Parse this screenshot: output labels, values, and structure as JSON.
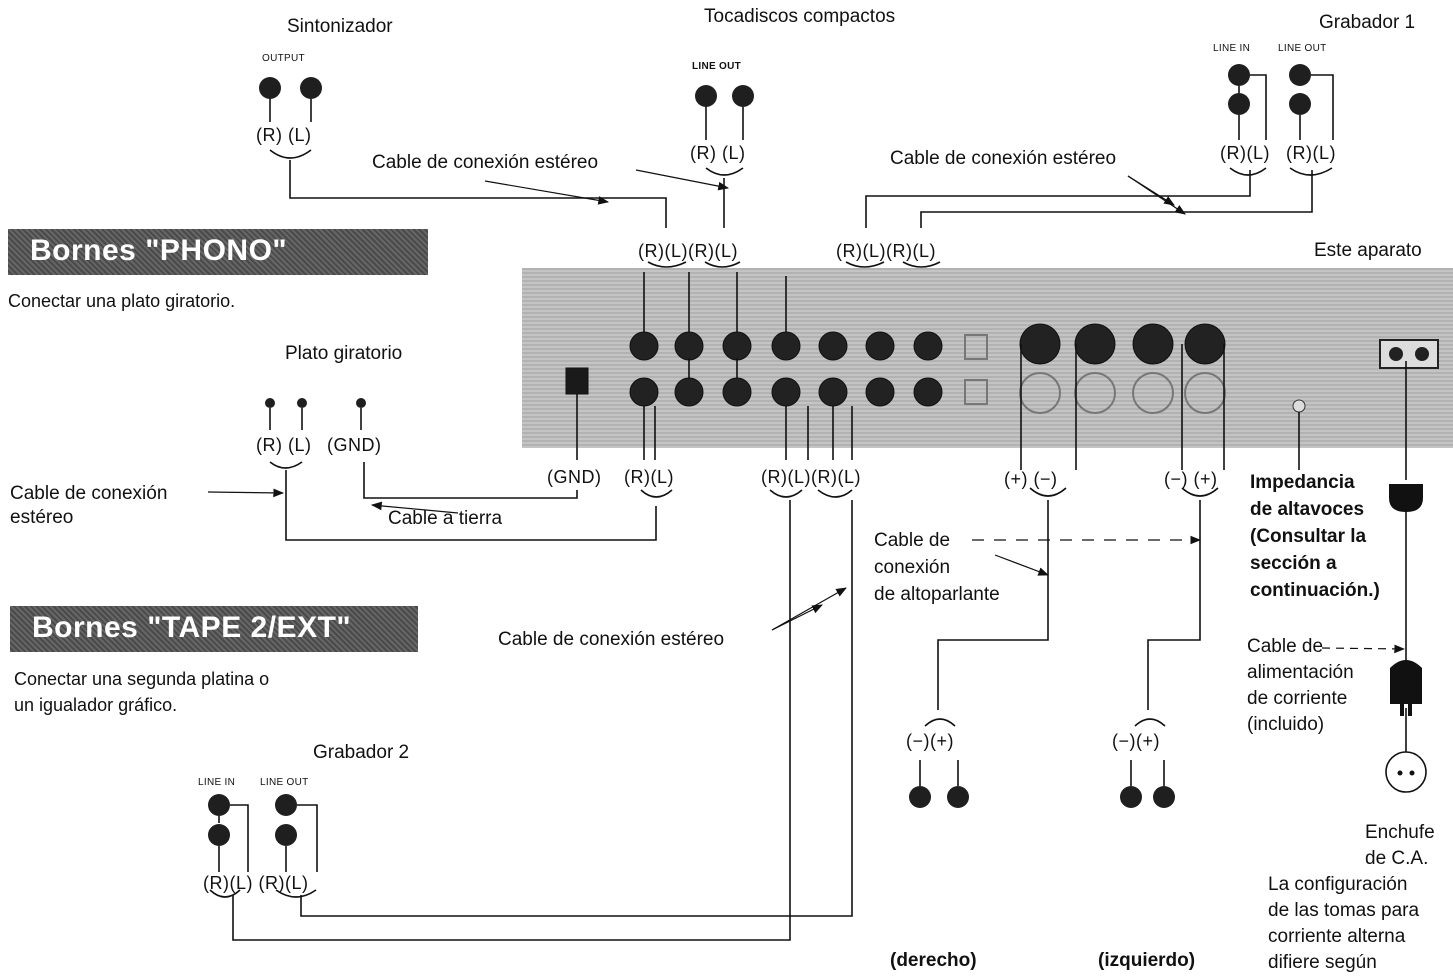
{
  "devices": {
    "tuner": "Sintonizador",
    "cd": "Tocadiscos compactos",
    "rec1": "Grabador 1",
    "this_unit": "Este aparato",
    "turntable": "Plato giratorio",
    "rec2": "Grabador 2"
  },
  "jacks": {
    "output": "OUTPUT",
    "line_out": "LINE OUT",
    "line_in": "LINE IN",
    "line_out_2": "LINE OUT",
    "line_in_2": "LINE IN",
    "line_out_3": "LINE OUT"
  },
  "channels": {
    "tuner": "(R) (L)",
    "cd": "(R) (L)",
    "rec1_in": "(R)(L)",
    "rec1_out": "(R)(L)",
    "unit_a": "(R)(L)(R)(L)",
    "unit_b": "(R)(L)(R)(L)",
    "turntable": "(R) (L)",
    "turntable_gnd": "(GND)",
    "unit_gnd": "(GND)",
    "unit_phono": "(R)(L)",
    "unit_tape2": "(R)(L)(R)(L)",
    "rec2": "(R)(L) (R)(L)",
    "spk_r_unit": "(+)   (−)",
    "spk_l_unit": "(−)   (+)",
    "spk_r": "(−)(+)",
    "spk_l": "(−)(+)"
  },
  "sections": {
    "phono_title": "Bornes \"PHONO\"",
    "phono_desc": "Conectar una plato giratorio.",
    "tape_title": "Bornes \"TAPE 2/EXT\"",
    "tape_desc_1": "Conectar una segunda platina o",
    "tape_desc_2": "un igualador gráfico."
  },
  "cables": {
    "stereo_1": "Cable de conexión estéreo",
    "stereo_2": "Cable de conexión estéreo",
    "stereo_3a": "Cable de conexión",
    "stereo_3b": "estéreo",
    "ground": "Cable a tierra",
    "stereo_4": "Cable de conexión estéreo",
    "speaker_1": "Cable de",
    "speaker_2": "conexión",
    "speaker_3": "de altoparlante",
    "power_1": "Cable de",
    "power_2": "alimentación",
    "power_3": "de corriente",
    "power_4": "(incluido)"
  },
  "impedance": {
    "l1": "Impedancia",
    "l2": "de altavoces",
    "l3": "(Consultar la",
    "l4": "sección a",
    "l5": "continuación.)"
  },
  "outlet": {
    "l1": "Enchufe",
    "l2": "de C.A.",
    "l3": "La configuración",
    "l4": "de las tomas para",
    "l5": "corriente alterna",
    "l6": "difiere según"
  },
  "speakers": {
    "right": "(derecho)",
    "left": "(izquierdo)"
  }
}
